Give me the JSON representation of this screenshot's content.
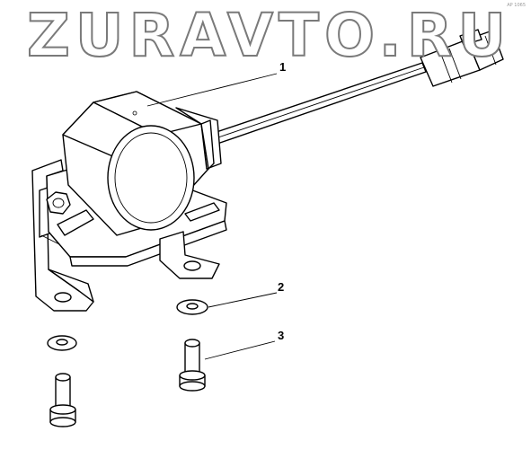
{
  "watermark": "ZURAVTO.RU",
  "corner_mark": "AP 1065",
  "callouts": [
    {
      "id": "1",
      "label": "1"
    },
    {
      "id": "2",
      "label": "2"
    },
    {
      "id": "3",
      "label": "3"
    }
  ]
}
